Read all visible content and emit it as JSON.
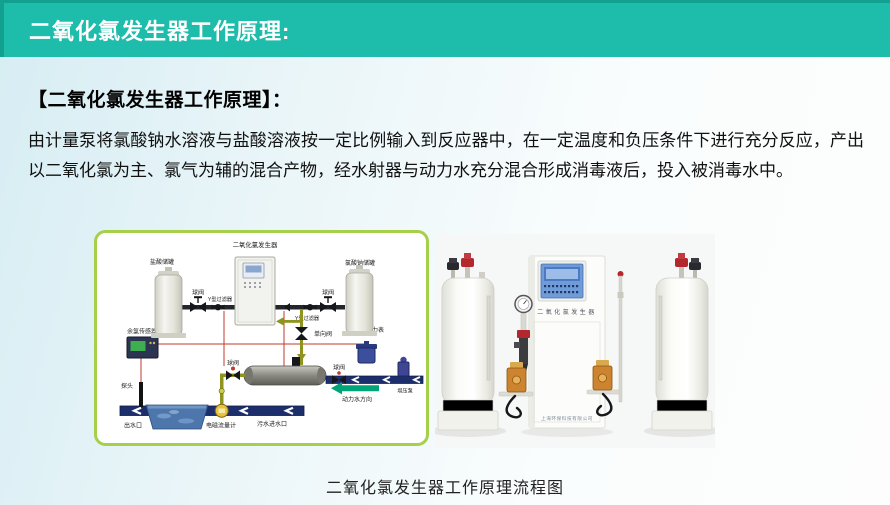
{
  "header": {
    "title": "二氧化氯发生器工作原理:"
  },
  "content": {
    "heading": "【二氧化氯发生器工作原理】：",
    "paragraph": "由计量泵将氯酸钠水溶液与盐酸溶液按一定比例输入到反应器中，在一定温度和负压条件下进行充分反应，产出以二氧化氯为主、氯气为辅的混合产物，经水射器与动力水充分混合形成消毒液后，投入被消毒水中。",
    "caption": "二氧化氯发生器工作原理流程图"
  },
  "diagram": {
    "labels": {
      "generator": "二氧化氯发生器",
      "hcl_tank": "盐酸储罐",
      "naclo3_tank": "氯酸钠储罐",
      "ball_valve": "球阀",
      "y_filter": "Y型过滤器",
      "check_valve": "单向阀",
      "pressure_gauge": "电节点压力表",
      "chlorine_sensor": "余氯传感器",
      "probe": "探头",
      "outlet": "出水口",
      "flowmeter": "电磁流量计",
      "inlet": "污水进水口",
      "power_water_direction": "动力水方向",
      "booster_pump": "增压泵"
    }
  },
  "photo": {
    "cabinet_label": "二氧化氯发生器",
    "company_label": "上海环保科技有限公司"
  },
  "colors": {
    "header_teal": "#1ebcab",
    "diagram_border": "#a6cf4a",
    "pipe_navy": "#1c2e6b",
    "line_red": "#c23b2d",
    "line_olive": "#8f941f",
    "arrow_green": "#00a478"
  }
}
